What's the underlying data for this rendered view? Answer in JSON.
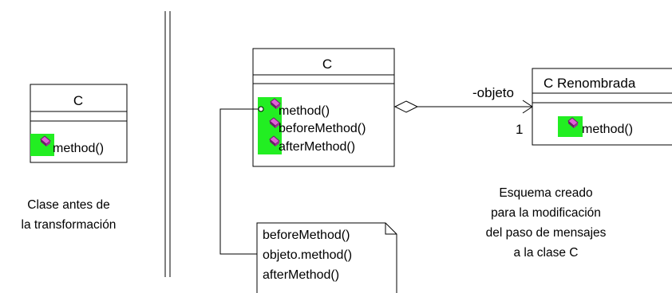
{
  "left_class": {
    "name": "C",
    "methods": [
      "method()"
    ],
    "caption": [
      "Clase antes de",
      "la transformación"
    ]
  },
  "middle_class": {
    "name": "C",
    "methods": [
      "method()",
      "beforeMethod()",
      "afterMethod()"
    ]
  },
  "right_class": {
    "name": "C Renombrada",
    "methods": [
      "method()"
    ]
  },
  "association": {
    "role": "-objeto",
    "multiplicity": "1"
  },
  "note": {
    "lines": [
      "beforeMethod()",
      "objeto.method()",
      "afterMethod()"
    ]
  },
  "right_caption": [
    "Esquema creado",
    "para la modificación",
    "del paso de mensajes",
    "a la clase C"
  ],
  "colors": {
    "icon_bg": "#22ee22",
    "icon_fill": "#e060d8",
    "icon_dark": "#6a1f66",
    "line": "#000000"
  },
  "icons": [
    "method-icon"
  ]
}
